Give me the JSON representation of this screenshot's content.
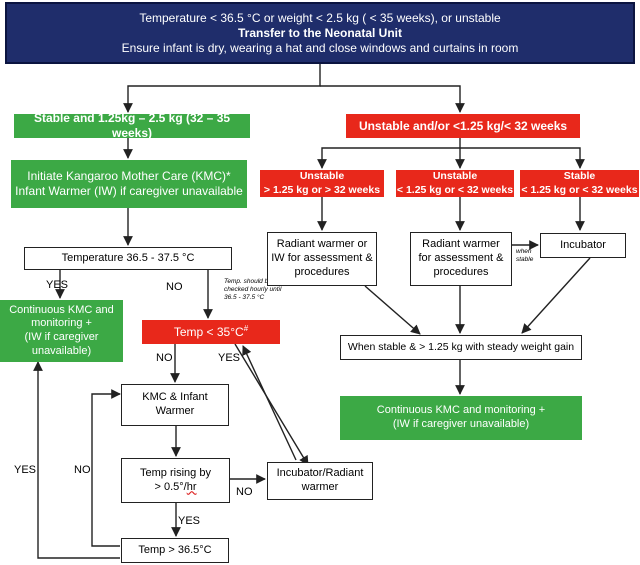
{
  "header": {
    "line1": "Temperature < 36.5 °C or weight < 2.5 kg ( < 35 weeks), or unstable",
    "line2": "Transfer to the Neonatal Unit",
    "line3": "Ensure infant is dry, wearing a hat and close windows and curtains in room"
  },
  "left": {
    "stable": "Stable and 1.25kg – 2.5 kg (32 – 35 weeks)",
    "kmc_line1": "Initiate Kangaroo Mother Care (KMC)*",
    "kmc_line2": "Infant Warmer (IW) if caregiver unavailable",
    "temp_range": "Temperature 36.5 - 37.5 °C",
    "yes1": "YES",
    "no1": "NO",
    "note": "Temp. should be checked hourly until 36.5 - 37.5 °C",
    "continuous_line1": "Continuous KMC and",
    "continuous_line2": "monitoring +",
    "continuous_line3": "(IW if caregiver",
    "continuous_line4": "unavailable)",
    "temp_low": "Temp < 35°C",
    "temp_low_sup": "#",
    "no2": "NO",
    "yes2": "YES",
    "kmc_iw_line1": "KMC & Infant",
    "kmc_iw_line2": "Warmer",
    "rising_line1": "Temp rising by",
    "rising_line2a": "> 0.5°/",
    "rising_line2b": "hr",
    "no3": "NO",
    "yes3": "YES",
    "no4": "NO",
    "yes4": "YES",
    "incubator_radiant_line1": "Incubator/Radiant",
    "incubator_radiant_line2": "warmer",
    "temp_final": "Temp > 36.5°C"
  },
  "right": {
    "unstable_main": "Unstable and/or <1.25 kg/< 32 weeks",
    "col1_line1": "Unstable",
    "col1_line2": "> 1.25 kg or > 32 weeks",
    "col2_line1": "Unstable",
    "col2_line2": "< 1.25 kg or < 32 weeks",
    "col3_line1": "Stable",
    "col3_line2": "< 1.25 kg or < 32 weeks",
    "rw1_line1": "Radiant warmer or",
    "rw1_line2": "IW for assessment &",
    "rw1_line3": "procedures",
    "rw2_line1": "Radiant warmer",
    "rw2_line2": "for assessment &",
    "rw2_line3": "procedures",
    "when_stable_line1": "when",
    "when_stable_line2": "stable",
    "incubator": "Incubator",
    "weight_gain": "When stable & > 1.25 kg with steady weight gain",
    "continuous_line1": "Continuous KMC and monitoring +",
    "continuous_line2": "(IW if caregiver unavailable)"
  },
  "colors": {
    "navy": "#1f2d6b",
    "green": "#3ca945",
    "red": "#e8281b"
  }
}
